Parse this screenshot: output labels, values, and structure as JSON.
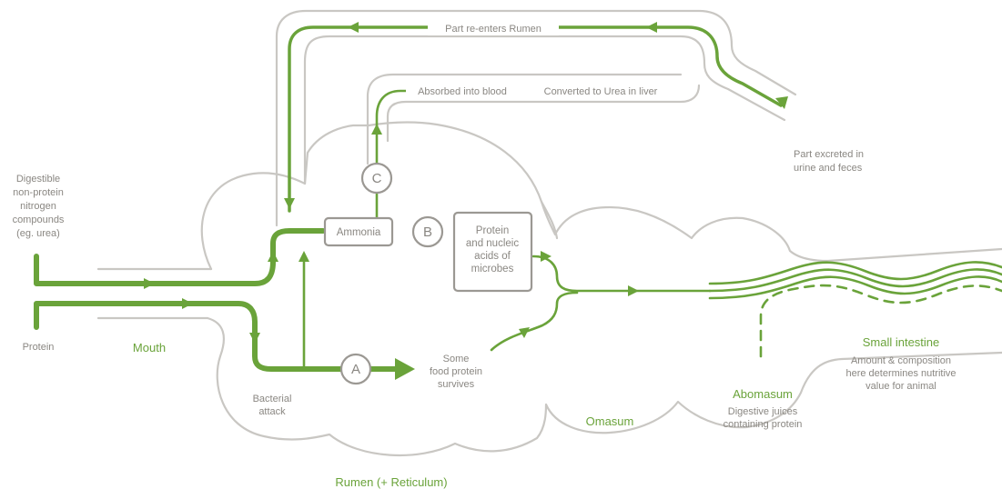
{
  "diagram": {
    "top_loop_label": "Part re-enters Rumen",
    "absorbed_label": "Absorbed into blood",
    "converted_label": "Converted to Urea in liver",
    "excreted_label": [
      "Part excreted in",
      "urine and feces"
    ],
    "npn_label": [
      "Digestible",
      "non-protein",
      "nitrogen",
      "compounds",
      "(eg. urea)"
    ],
    "protein_label": "Protein",
    "mouth_label": "Mouth",
    "ammonia_label": "Ammonia",
    "microbial_label": [
      "Protein",
      "and nucleic",
      "acids of",
      "microbes"
    ],
    "circle_a": "A",
    "circle_b": "B",
    "circle_c": "C",
    "bacterial_label": [
      "Bacterial",
      "attack"
    ],
    "survives_label": [
      "Some",
      "food protein",
      "survives"
    ],
    "omasum_label": "Omasum",
    "abomasum_label": "Abomasum",
    "abomasum_desc": [
      "Digestive juices",
      "containing protein"
    ],
    "small_intestine_label": "Small intestine",
    "small_intestine_desc": [
      "Amount & composition",
      "here determines nutritive",
      "value for animal"
    ],
    "rumen_label": "Rumen (+ Reticulum)",
    "colors": {
      "green": "#6aa33a",
      "outline": "#c9c7c3",
      "box": "#9b9893",
      "text": "#8a8782"
    }
  }
}
